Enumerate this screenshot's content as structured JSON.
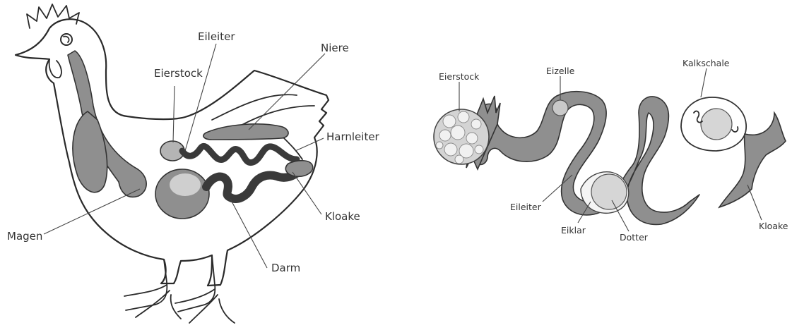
{
  "left_diagram": {
    "labels": {
      "eierstock": "Eierstock",
      "eileiter": "Eileiter",
      "niere": "Niere",
      "harnleiter": "Harnleiter",
      "kloake": "Kloake",
      "magen": "Magen",
      "darm": "Darm"
    }
  },
  "right_diagram": {
    "labels": {
      "eierstock": "Eierstock",
      "eizelle": "Eizelle",
      "kalkschale": "Kalkschale",
      "eileiter": "Eileiter",
      "eiklar": "Eiklar",
      "dotter": "Dotter",
      "kloake": "Kloake"
    }
  },
  "colors": {
    "organ_fill": "#8f8f8f",
    "organ_light": "#b4b4b4",
    "outline": "#2a2a2a",
    "yolk": "#d6d6d6"
  }
}
